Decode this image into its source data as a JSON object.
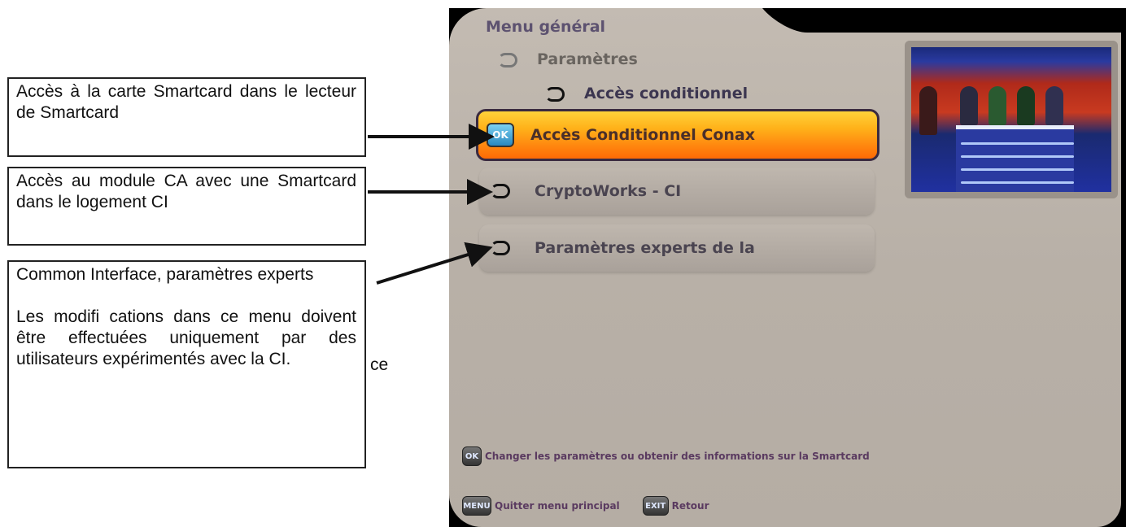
{
  "annotations": [
    {
      "id": "smartcard-reader",
      "text": "Accès à la carte Smartcard dans le lecteur de Smartcard"
    },
    {
      "id": "ca-module",
      "text": "Accès au module CA avec une Smartcard dans le logement CI"
    },
    {
      "id": "ci-expert",
      "paragraphs": [
        "Common Interface, paramètres experts",
        "Les modifi cations dans ce menu doivent être effectuées uniquement par des utilisateurs expérimentés avec la CI."
      ],
      "overflow_word": "ce"
    }
  ],
  "screen": {
    "title": "Menu général",
    "breadcrumbs": [
      "Paramètres",
      "Accès conditionnel"
    ],
    "items": [
      {
        "label": "Accès Conditionnel Conax",
        "selected": true,
        "icon": "ok-key-icon"
      },
      {
        "label": "CryptoWorks - CI",
        "selected": false,
        "icon": "return-arrow-icon"
      },
      {
        "label": "Paramètres experts de la",
        "selected": false,
        "icon": "return-arrow-icon"
      }
    ],
    "hints": {
      "ok_key": "OK",
      "ok_text": "Changer les paramètres ou obtenir des informations sur la Smartcard",
      "menu_key": "MENU",
      "menu_text": "Quitter menu principal",
      "exit_key": "EXIT",
      "exit_text": "Retour"
    },
    "colors": {
      "panel": "#bab2a9",
      "selected_top": "#ffd23a",
      "selected_bottom": "#ff6a05",
      "title_text": "#5d5270"
    }
  }
}
